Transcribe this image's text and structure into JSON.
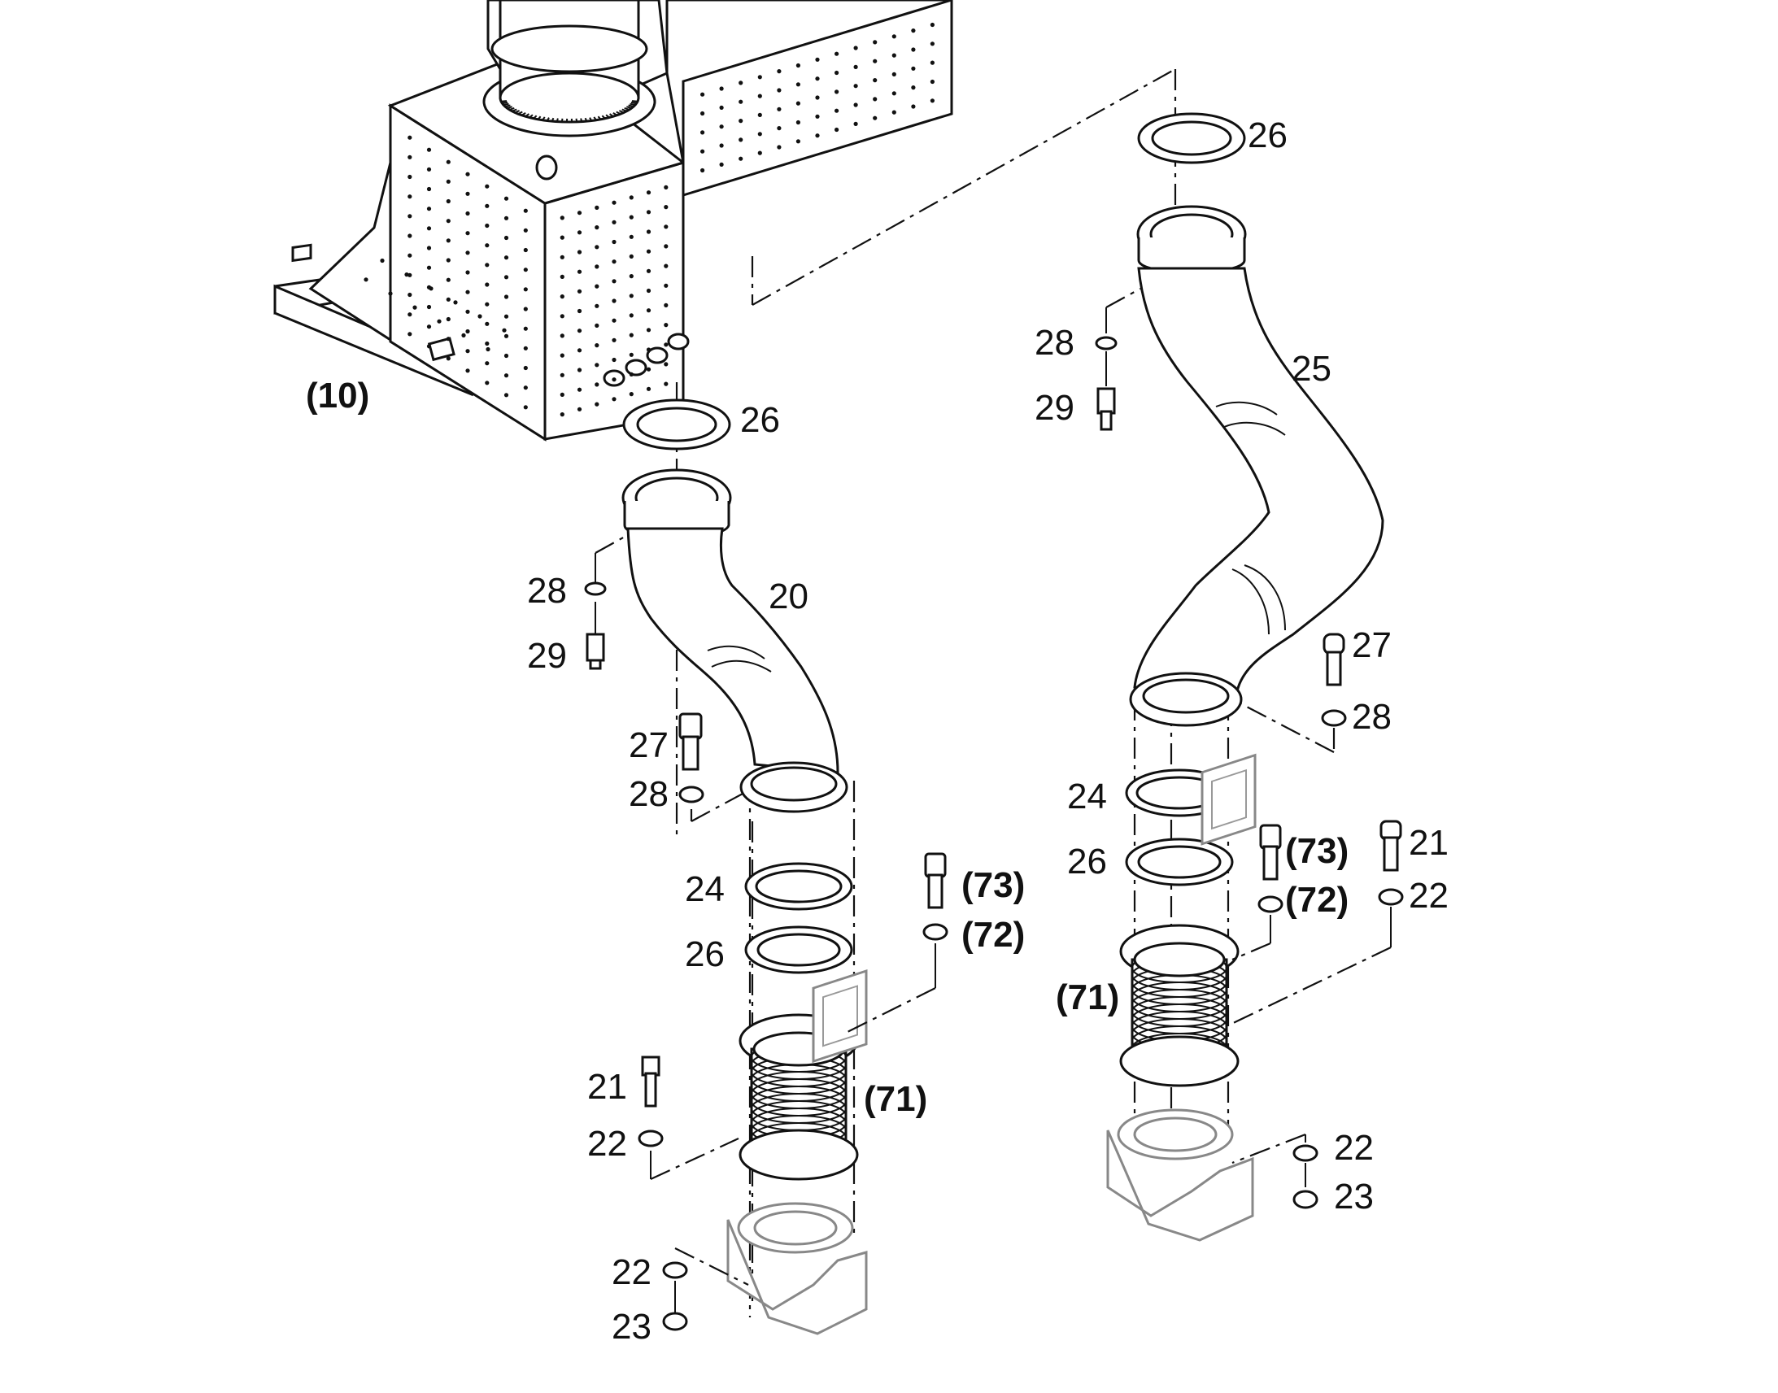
{
  "labels": {
    "ref_10": "(10)",
    "left_26_top": "26",
    "left_28_a": "28",
    "left_29": "29",
    "left_20": "20",
    "left_27": "27",
    "left_28_b": "28",
    "left_24": "24",
    "left_26_mid": "26",
    "left_73": "(73)",
    "left_72": "(72)",
    "left_21": "21",
    "left_22_a": "22",
    "left_71": "(71)",
    "left_22_b": "22",
    "left_23": "23",
    "right_26_top": "26",
    "right_28_a": "28",
    "right_29": "29",
    "right_25": "25",
    "right_27": "27",
    "right_28_b": "28",
    "right_24": "24",
    "right_26_mid": "26",
    "right_73": "(73)",
    "right_72": "(72)",
    "right_21": "21",
    "right_22_a": "22",
    "right_71": "(71)",
    "right_22_b": "22",
    "right_23": "23"
  }
}
